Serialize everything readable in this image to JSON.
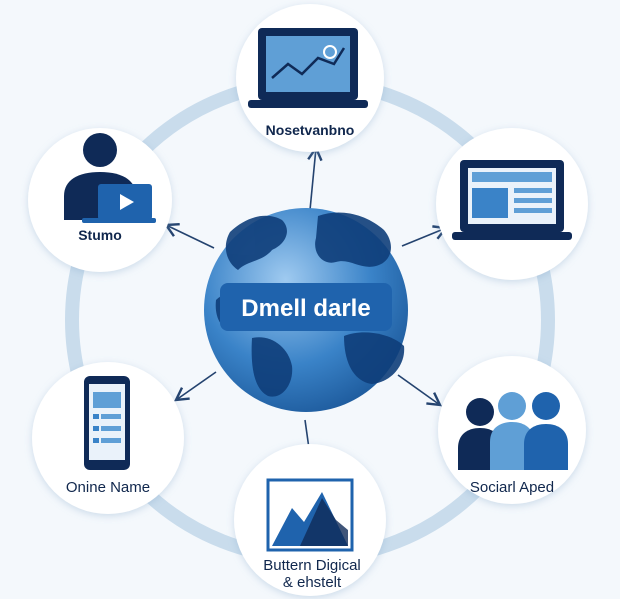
{
  "colors": {
    "background": "#f4f8fc",
    "ring": "#c9dcec",
    "node_fill": "#ffffff",
    "navy": "#0f2a57",
    "blue": "#1f63ad",
    "light_blue": "#5f9fd6",
    "ocean": "#3a83c8",
    "arrow": "#24436f"
  },
  "hub": {
    "label": "Dmell darle",
    "icon": "globe-icon"
  },
  "nodes": [
    {
      "id": "top",
      "label": "Nosetvanbno",
      "icon": "laptop-chart-icon"
    },
    {
      "id": "upper-right",
      "label": "",
      "icon": "laptop-webpage-icon"
    },
    {
      "id": "lower-right",
      "label": "Sociarl Aped",
      "icon": "people-group-icon"
    },
    {
      "id": "bottom",
      "label_line1": "Buttern Digical",
      "label_line2": "& ehstelt",
      "icon": "mountain-picture-icon"
    },
    {
      "id": "lower-left",
      "label": "Onine Name",
      "icon": "smartphone-icon"
    },
    {
      "id": "upper-left",
      "label": "Stumo",
      "icon": "person-laptop-icon"
    }
  ]
}
